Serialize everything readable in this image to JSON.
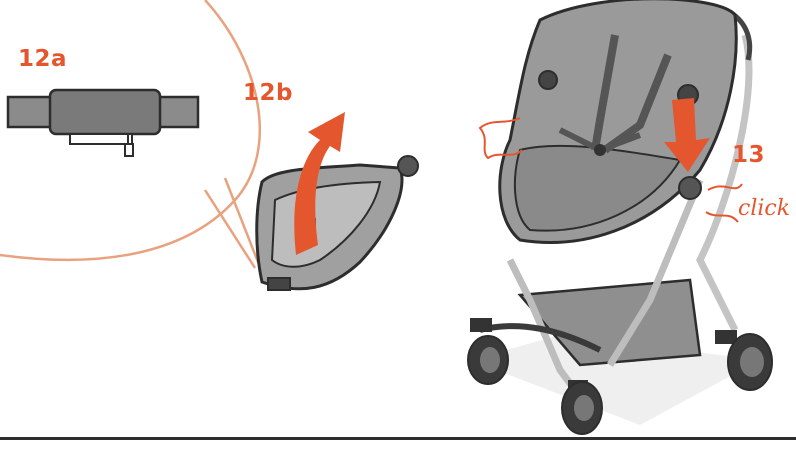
{
  "steps": {
    "step_12a": "12a",
    "step_12b": "12b",
    "step_13": "13",
    "click_text": "click"
  },
  "colors": {
    "accent": "#e4572e",
    "fabric": "#9a9a9a",
    "fabric_dark": "#6f6f6f",
    "frame": "#c9c9c9",
    "wheel": "#3a3a3a",
    "outline": "#2d2d2d",
    "shadow": "#e9e9e9"
  }
}
